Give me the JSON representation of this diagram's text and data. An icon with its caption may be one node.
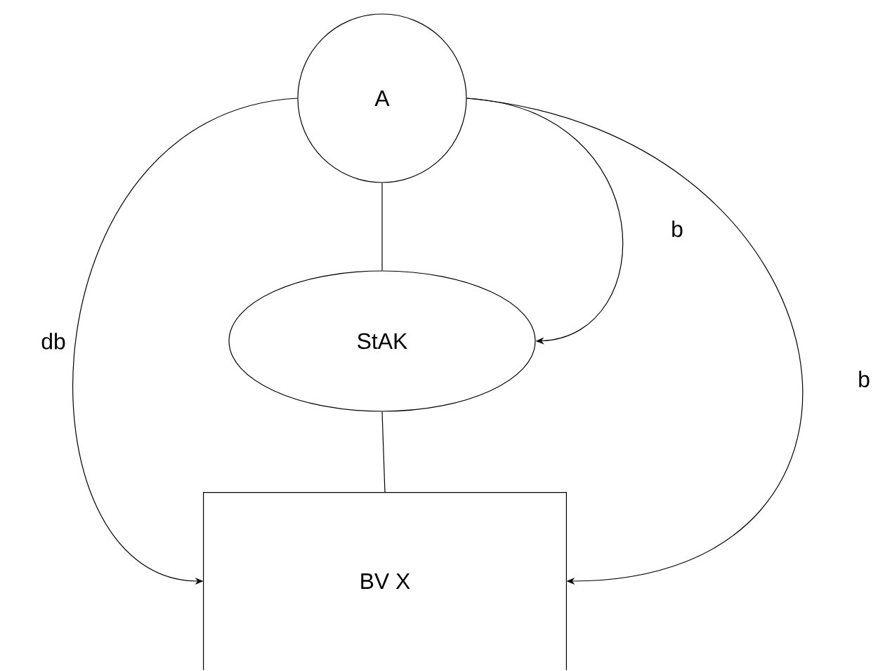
{
  "diagram": {
    "nodes": [
      {
        "text": [
          "A"
        ]
      },
      {
        "text": [
          "StAK"
        ]
      },
      {
        "text": [
          "BV X"
        ]
      }
    ],
    "edges": [
      {
        "from": 0,
        "to": 1,
        "arrow": "none"
      },
      {
        "from": 1,
        "to": 2,
        "arrow": "none"
      },
      {
        "from": 0,
        "to": 1,
        "arrow": "to",
        "label": "b"
      },
      {
        "from": 0,
        "to": 2,
        "arrow": "to",
        "label": "b"
      },
      {
        "from": 0,
        "to": 2,
        "arrow": "to",
        "label": "db"
      }
    ]
  }
}
